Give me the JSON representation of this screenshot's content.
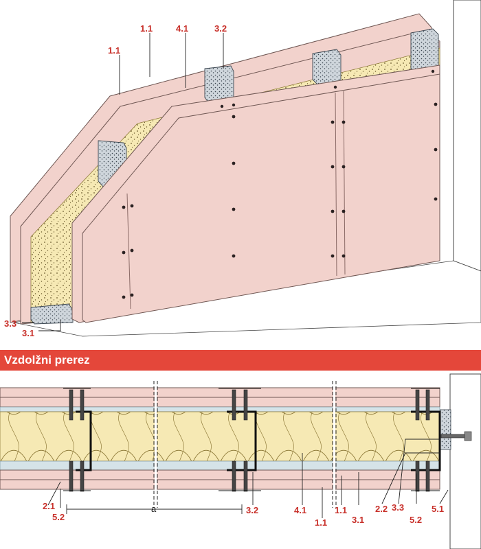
{
  "section_title": "Vzdolžni prerez",
  "dimension_label": "a",
  "colors": {
    "board": "#f2d2cc",
    "board_edge": "#8a6a66",
    "insulation": "#f6e9b4",
    "profile": "#cfd6dc",
    "accent": "#e4473a",
    "label": "#c8302a"
  },
  "iso_labels": [
    {
      "id": "iso-1-1-a",
      "text": "1.1"
    },
    {
      "id": "iso-1-1-b",
      "text": "1.1"
    },
    {
      "id": "iso-4-1",
      "text": "4.1"
    },
    {
      "id": "iso-3-2",
      "text": "3.2"
    },
    {
      "id": "iso-3-3",
      "text": "3.3"
    },
    {
      "id": "iso-3-1",
      "text": "3.1"
    }
  ],
  "section_labels": [
    {
      "id": "sec-2-1",
      "text": "2.1"
    },
    {
      "id": "sec-5-2-a",
      "text": "5.2"
    },
    {
      "id": "sec-3-2",
      "text": "3.2"
    },
    {
      "id": "sec-4-1",
      "text": "4.1"
    },
    {
      "id": "sec-1-1-a",
      "text": "1.1"
    },
    {
      "id": "sec-1-1-b",
      "text": "1.1"
    },
    {
      "id": "sec-3-1",
      "text": "3.1"
    },
    {
      "id": "sec-2-2",
      "text": "2.2"
    },
    {
      "id": "sec-3-3",
      "text": "3.3"
    },
    {
      "id": "sec-5-2-b",
      "text": "5.2"
    },
    {
      "id": "sec-5-1",
      "text": "5.1"
    }
  ]
}
